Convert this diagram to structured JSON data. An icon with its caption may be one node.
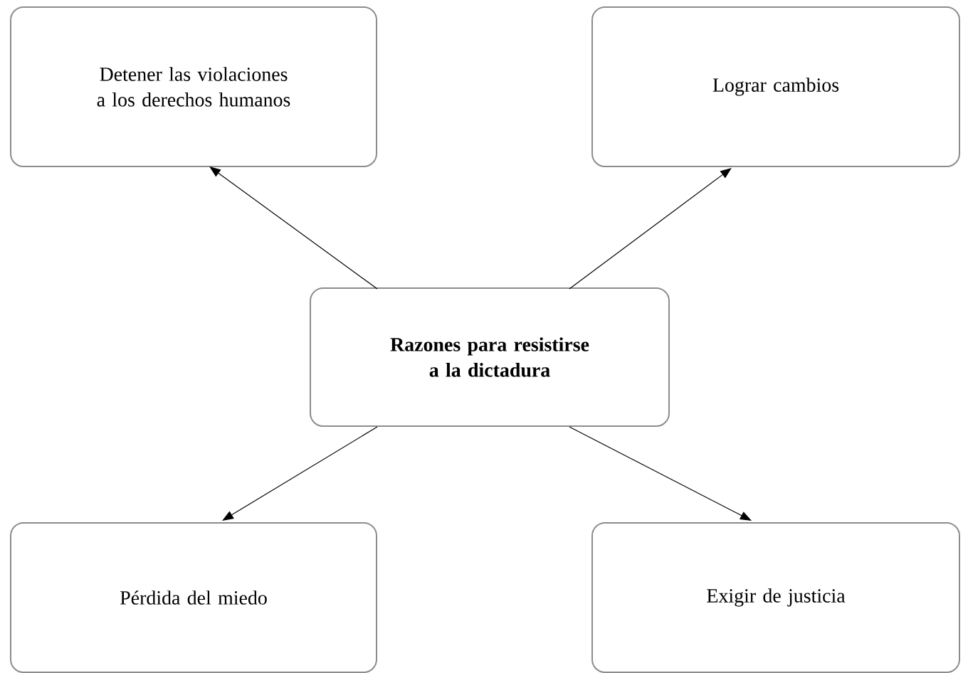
{
  "diagram": {
    "nodes": [
      {
        "text": [
          "Detener las violaciones a los derechos humanos"
        ]
      },
      {
        "text": [
          "Lograr cambios"
        ]
      },
      {
        "text": [
          "Razones para resistirse a la dictadura"
        ]
      },
      {
        "text": [
          "Pérdida del miedo"
        ]
      },
      {
        "text": [
          "Exigir de justicia"
        ]
      }
    ],
    "edges": [
      {
        "from": 2,
        "to": 0,
        "arrow": "to"
      },
      {
        "from": 2,
        "to": 1,
        "arrow": "to"
      },
      {
        "from": 2,
        "to": 3,
        "arrow": "to"
      },
      {
        "from": 2,
        "to": 4,
        "arrow": "to"
      }
    ]
  }
}
